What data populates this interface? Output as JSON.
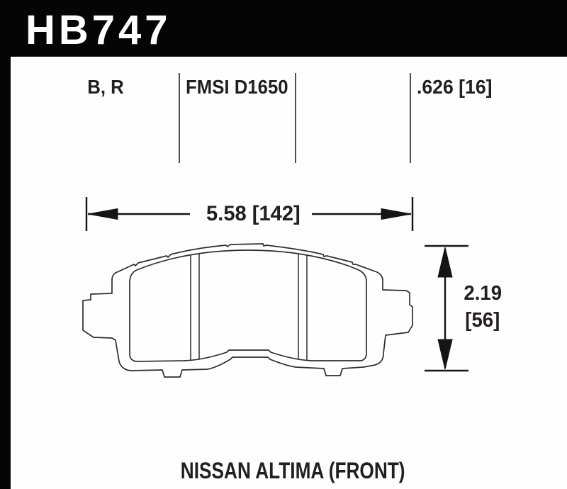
{
  "page": {
    "part_number": "HB747",
    "spec_row": {
      "compounds": "B, R",
      "fmsi_number": "FMSI D1650",
      "thickness": ".626 [16]"
    },
    "dimensions": {
      "width_label": "5.58 [142]",
      "height_value": "2.19",
      "height_metric": "[56]"
    },
    "vehicle_application": "NISSAN ALTIMA (FRONT)"
  },
  "colors": {
    "header_bg": "#000000",
    "panel_bg": "#fefefe",
    "text": "#231f20",
    "drawing_line": "#2d2d2d",
    "dimension_line": "#151515"
  }
}
